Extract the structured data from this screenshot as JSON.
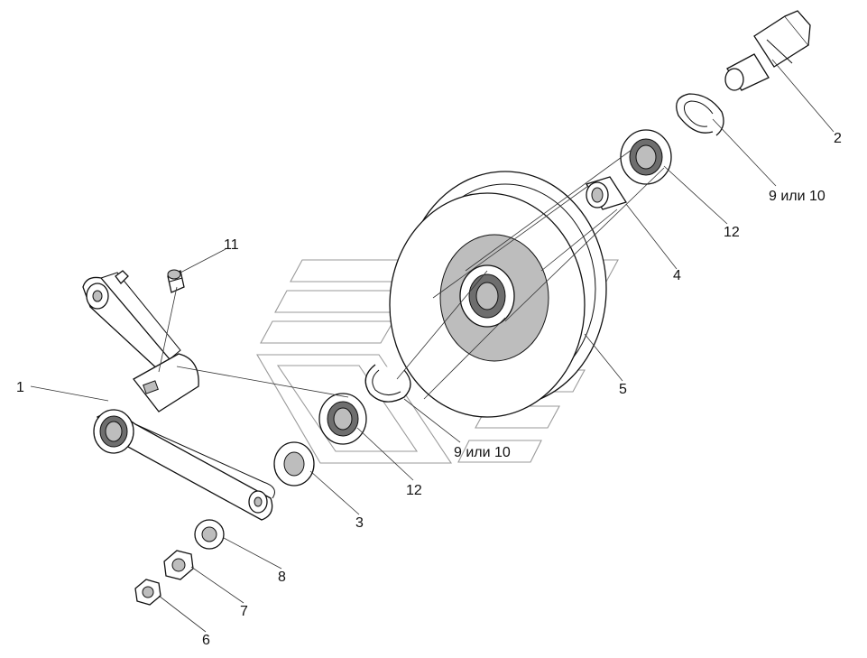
{
  "callouts": {
    "c1": "1",
    "c2": "2",
    "c3": "3",
    "c4": "4",
    "c5": "5",
    "c6": "6",
    "c7": "7",
    "c8": "8",
    "c11": "11",
    "c12a": "12",
    "c12b": "12",
    "c9a": "9 или 10",
    "c9b": "9 или 10"
  },
  "colors": {
    "background": "#ffffff",
    "line": "#111111",
    "watermark": "#9a9a9a"
  }
}
